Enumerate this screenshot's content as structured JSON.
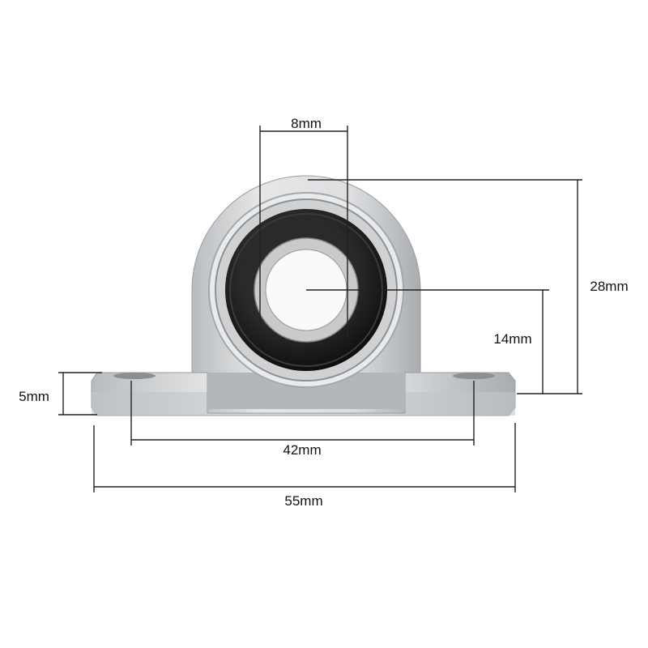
{
  "dimensions": {
    "bore": "8mm",
    "total_height": "28mm",
    "center_height": "14mm",
    "base_thickness": "5mm",
    "hole_spacing": "42mm",
    "total_length": "55mm"
  },
  "colors": {
    "housing": "#d4d6d8",
    "housing_shadow": "#a9acaf",
    "seal": "#1c1c1c",
    "dimension_line": "#222222"
  }
}
